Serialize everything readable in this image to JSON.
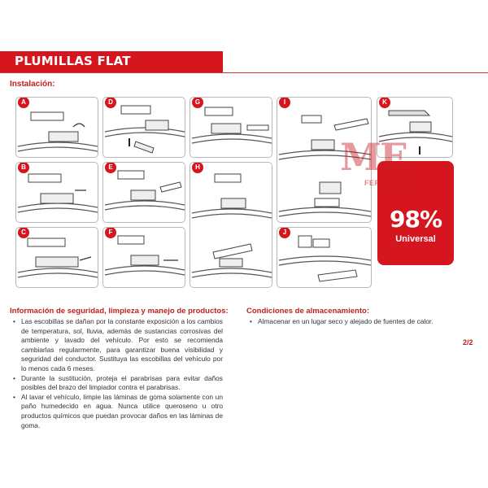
{
  "header": {
    "title": "PLUMILLAS FLAT"
  },
  "install": {
    "label": "Instalación:"
  },
  "steps": [
    "A",
    "B",
    "C",
    "D",
    "E",
    "F",
    "G",
    "H",
    "I",
    "J",
    "K"
  ],
  "promo": {
    "percent": "98%",
    "text": "Universal"
  },
  "watermark": {
    "letters": "ME",
    "subtitle": "FERRETERIA"
  },
  "safety": {
    "title": "Información de seguridad, limpieza y manejo de productos:",
    "items": [
      "Las escobillas se dañan por la constante exposición a los cambios de temperatura, sol, lluvia, además de sustancias corrosivas del ambiente y lavado del vehículo. Por esto se recomienda cambiarlas regularmente, para garantizar buena visibilidad y seguridad del conductor. Sustituya las escobillas del vehículo por lo menos cada 6 meses.",
      "Durante la sustitución, proteja el parabrisas para evitar daños posibles del brazo del limpiador contra el parabrisas.",
      "Al lavar el vehículo, limpie las láminas de goma solamente con un paño humedecido en agua. Nunca utilice queroseno u otro productos químicos que puedan provocar daños en las láminas de goma."
    ]
  },
  "storage": {
    "title": "Condiciones de almacenamiento:",
    "items": [
      "Almacenar en un lugar seco y alejado de fuentes de calor."
    ]
  },
  "page": {
    "number": "2/2"
  },
  "colors": {
    "accent": "#d5161f",
    "panel_border": "#b8b8b8"
  }
}
